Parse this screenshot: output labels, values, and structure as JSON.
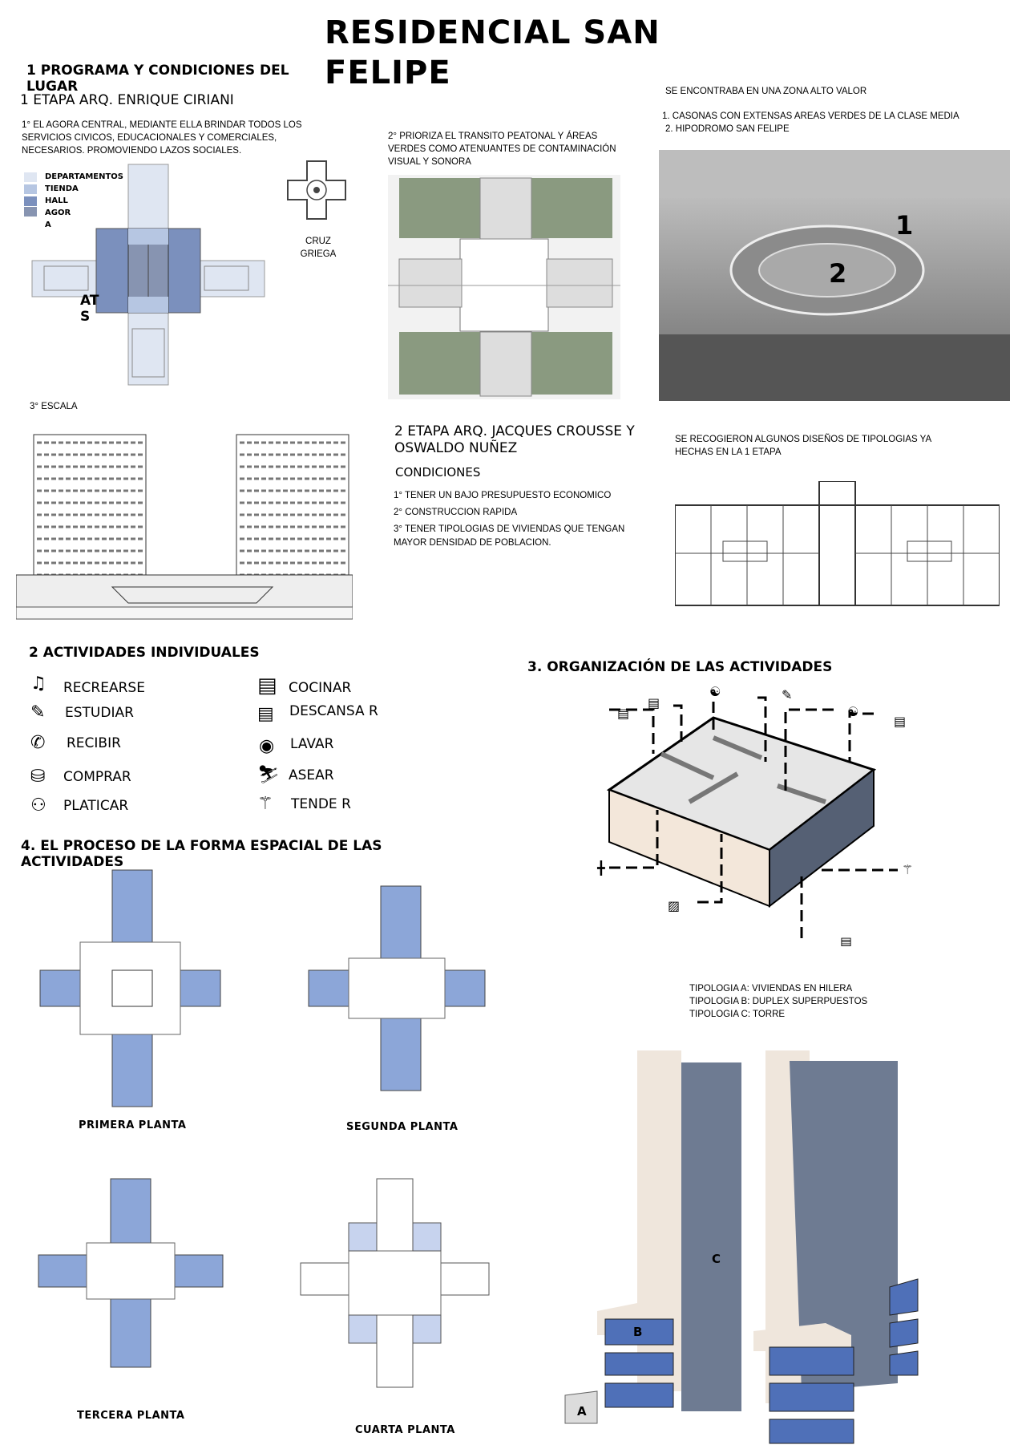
{
  "title": {
    "line1": "RESIDENCIAL SAN",
    "line2": "FELIPE"
  },
  "section1": {
    "heading": "1 PROGRAMA Y CONDICIONES DEL LUGAR",
    "etapa1": "1 ETAPA ARQ. ENRIQUE CIRIANI",
    "p1": "1°  EL AGORA CENTRAL, MEDIANTE ELLA BRINDAR TODOS LOS SERVICIOS CIVICOS, EDUCACIONALES Y COMERCIALES, NECESARIOS. PROMOVIENDO LAZOS SOCIALES.",
    "legend": [
      {
        "label": "DEPARTAMENTOS",
        "color": "#dfe6f2"
      },
      {
        "label": "TIENDA",
        "color": "#b6c6e2"
      },
      {
        "label": "HALL",
        "color": "#7b90bd"
      },
      {
        "label": "AGOR A",
        "color": "#8794b1"
      }
    ],
    "plan_fragment": "AT S",
    "cruz_label": "CRUZ GRIEGA",
    "p2": "2° PRIORIZA EL TRANSITO PEATONAL Y ÁREAS VERDES COMO ATENUANTES DE CONTAMINACIÓN VISUAL Y SONORA",
    "p3": "3° ESCALA",
    "zona": "SE ENCONTRABA EN UNA ZONA ALTO VALOR",
    "list": [
      "1. CASONAS CON EXTENSAS AREAS VERDES DE LA CLASE MEDIA",
      "2. HIPODROMO SAN FELIPE"
    ],
    "photo_marks": [
      "1",
      "2"
    ],
    "etapa2": "2 ETAPA ARQ. JACQUES CROUSSE Y OSWALDO NUÑEZ",
    "condiciones": "CONDICIONES",
    "cond_list": [
      "1° TENER UN BAJO PRESUPUESTO ECONOMICO",
      "2° CONSTRUCCION RAPIDA",
      "3° TENER TIPOLOGIAS DE VIVIENDAS  QUE TENGAN MAYOR DENSIDAD DE POBLACION."
    ],
    "recogieron": "SE RECOGIERON ALGUNOS DISEÑOS DE TIPOLOGIAS YA HECHAS EN LA 1 ETAPA"
  },
  "section2": {
    "heading": "2 ACTIVIDADES INDIVIDUALES",
    "left": [
      {
        "label": "RECREARSE",
        "icon": "dance-icon"
      },
      {
        "label": "ESTUDIAR",
        "icon": "study-icon"
      },
      {
        "label": "RECIBIR",
        "icon": "receive-icon"
      },
      {
        "label": "COMPRAR",
        "icon": "cart-icon"
      },
      {
        "label": "PLATICAR",
        "icon": "talk-icon"
      }
    ],
    "right": [
      {
        "label": "COCINAR",
        "icon": "stove-icon"
      },
      {
        "label": "DESCANSA R",
        "icon": "bed-icon"
      },
      {
        "label": "LAVAR",
        "icon": "washer-icon"
      },
      {
        "label": "ASEAR",
        "icon": "toilet-icon"
      },
      {
        "label": "TENDE R",
        "icon": "laundry-line-icon"
      }
    ]
  },
  "section3": {
    "heading": "3. ORGANIZACIÓN DE LAS ACTIVIDADES"
  },
  "section4": {
    "heading": "4. EL PROCESO DE LA FORMA ESPACIAL DE LAS ACTIVIDADES",
    "plans": [
      "PRIMERA PLANTA",
      "SEGUNDA PLANTA",
      "TERCERA PLANTA",
      "CUARTA PLANTA"
    ]
  },
  "tipologias": {
    "lines": [
      "TIPOLOGIA A: VIVIENDAS EN HILERA",
      "TIPOLOGIA B: DUPLEX SUPERPUESTOS",
      "TIPOLOGIA C: TORRE"
    ],
    "marks": [
      "A",
      "B",
      "C"
    ]
  }
}
